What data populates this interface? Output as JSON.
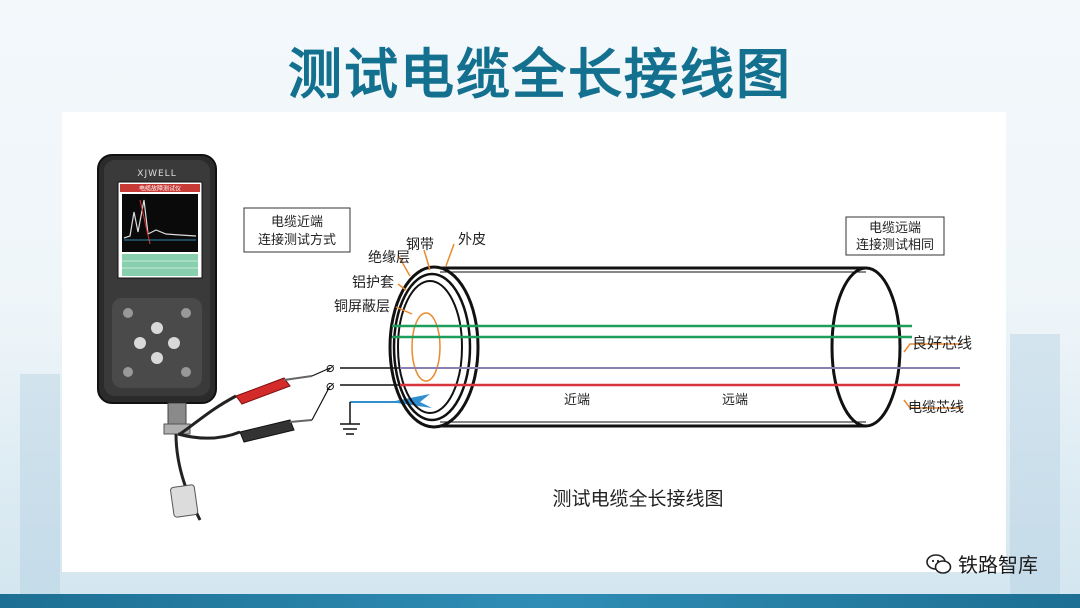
{
  "title": "测试电缆全长接线图",
  "caption": "测试电缆全长接线图",
  "device": {
    "brand": "XJWELL",
    "screen_header": "电缆故障测试仪"
  },
  "labels": {
    "near_connection_line1": "电缆近端",
    "near_connection_line2": "连接测试方式",
    "far_connection_line1": "电缆远端",
    "far_connection_line2": "连接测试相同",
    "insulation_layer": "绝缘层",
    "steel_tape": "钢带",
    "outer_sheath": "外皮",
    "aluminum_sheath": "铝护套",
    "copper_shield": "铜屏蔽层",
    "good_core": "良好芯线",
    "cable_core": "电缆芯线",
    "near_end": "近端",
    "far_end": "远端"
  },
  "watermark": "铁路智库",
  "colors": {
    "title": "#13708f",
    "good_core_line": "#1e9e5a",
    "purple_line": "#8b7fb0",
    "red_line": "#d9343c",
    "orange_pointer": "#e98a2e",
    "bottom_bar": "#1d6f93"
  }
}
